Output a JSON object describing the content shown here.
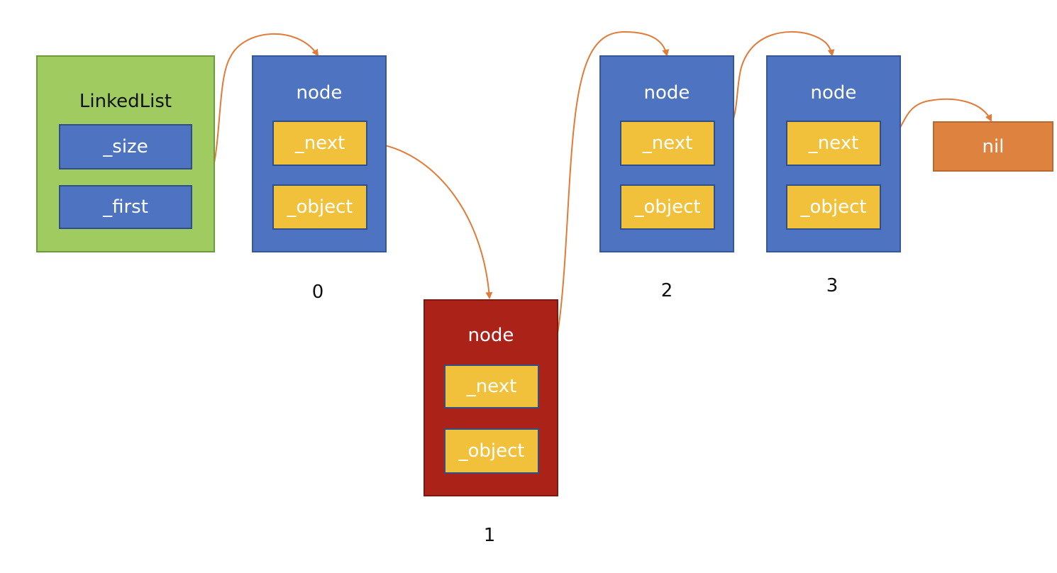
{
  "linked_list": {
    "title": "LinkedList",
    "size_field": "_size",
    "first_field": "_first"
  },
  "nodes": [
    {
      "title": "node",
      "next_field": "_next",
      "object_field": "_object",
      "index": "0"
    },
    {
      "title": "node",
      "next_field": "_next",
      "object_field": "_object",
      "index": "1"
    },
    {
      "title": "node",
      "next_field": "_next",
      "object_field": "_object",
      "index": "2"
    },
    {
      "title": "node",
      "next_field": "_next",
      "object_field": "_object",
      "index": "3"
    }
  ],
  "nil_label": "nil",
  "colors": {
    "list_fill": "#9fcb60",
    "node_fill": "#4e73c1",
    "highlight_node_fill": "#ab2219",
    "field_fill": "#f2c13b",
    "nil_fill": "#de8240",
    "arrow": "#e07b39"
  }
}
